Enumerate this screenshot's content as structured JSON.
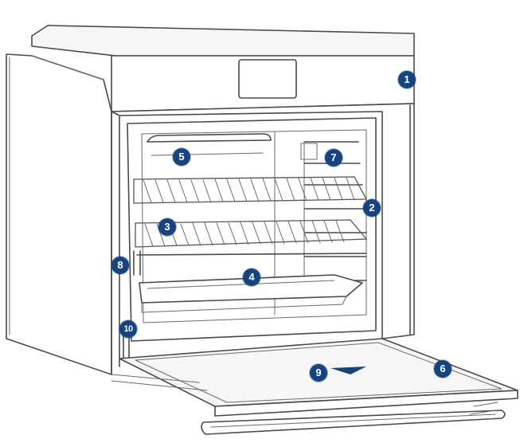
{
  "callouts": [
    {
      "label": "1",
      "part": "control-panel"
    },
    {
      "label": "2",
      "part": "shelf-support-right"
    },
    {
      "label": "3",
      "part": "wire-rack-lower"
    },
    {
      "label": "4",
      "part": "baking-tray"
    },
    {
      "label": "5",
      "part": "top-heating-element"
    },
    {
      "label": "6",
      "part": "oven-door"
    },
    {
      "label": "7",
      "part": "oven-lamp"
    },
    {
      "label": "8",
      "part": "door-hinge-upper"
    },
    {
      "label": "9",
      "part": "door-handle-recess"
    },
    {
      "label": "10",
      "part": "door-hinge-lower"
    }
  ],
  "colors": {
    "callout": "#16447e",
    "outline": "#4a4a4a",
    "background": "#ffffff"
  }
}
